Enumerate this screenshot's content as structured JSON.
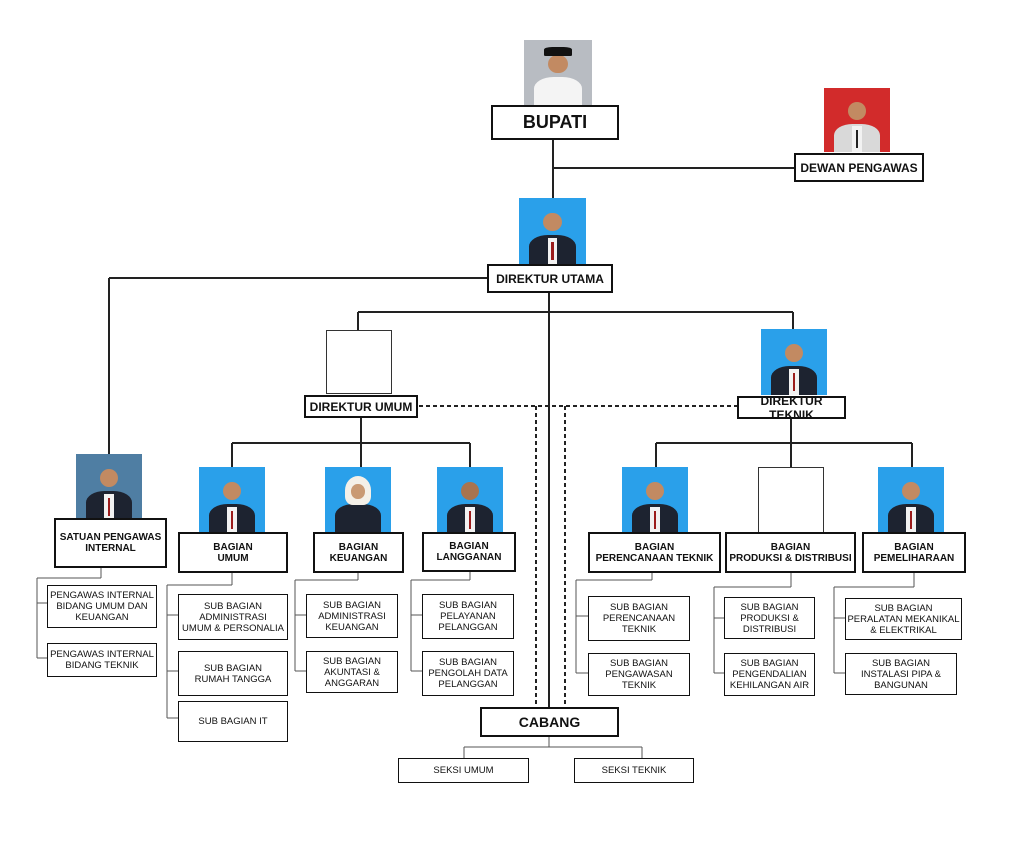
{
  "nodes": {
    "bupati": "BUPATI",
    "dewan_pengawas": "DEWAN PENGAWAS",
    "direktur_utama": "DIREKTUR UTAMA",
    "direktur_umum": "DIREKTUR UMUM",
    "direktur_teknik": "DIREKTUR TEKNIK",
    "satuan_pengawas_internal": "SATUAN PENGAWAS\nINTERNAL",
    "bagian_umum": "BAGIAN\nUMUM",
    "bagian_keuangan": "BAGIAN\nKEUANGAN",
    "bagian_langganan": "BAGIAN\nLANGGANAN",
    "bagian_perencanaan_teknik": "BAGIAN\nPERENCANAAN TEKNIK",
    "bagian_produksi_distribusi": "BAGIAN\nPRODUKSI & DISTRIBUSI",
    "bagian_pemeliharaan": "BAGIAN\nPEMELIHARAAN",
    "cabang": "CABANG"
  },
  "sub_units": {
    "spi_umum_keuangan": "PENGAWAS INTERNAL\nBIDANG UMUM DAN\nKEUANGAN",
    "spi_teknik": "PENGAWAS INTERNAL\nBIDANG TEKNIK",
    "sub_admin_umum": "SUB BAGIAN\nADMINISTRASI\nUMUM & PERSONALIA",
    "sub_rumah_tangga": "SUB BAGIAN\nRUMAH TANGGA",
    "sub_it": "SUB BAGIAN IT",
    "sub_admin_keuangan": "SUB BAGIAN\nADMINISTRASI\nKEUANGAN",
    "sub_akuntasi": "SUB BAGIAN\nAKUNTASI &\nANGGARAN",
    "sub_pelayanan": "SUB BAGIAN\nPELAYANAN\nPELANGGAN",
    "sub_pengolah_data": "SUB BAGIAN\nPENGOLAH DATA\nPELANGGAN",
    "sub_perencanaan": "SUB BAGIAN\nPERENCANAAN\nTEKNIK",
    "sub_pengawasan": "SUB BAGIAN\nPENGAWASAN\nTEKNIK",
    "sub_produksi": "SUB BAGIAN\nPRODUKSI &\nDISTRIBUSI",
    "sub_pengendalian": "SUB BAGIAN\nPENGENDALIAN\nKEHILANGAN AIR",
    "sub_peralatan": "SUB BAGIAN\nPERALATAN MEKANIKAL\n& ELEKTRIKAL",
    "sub_instalasi": "SUB BAGIAN\nINSTALASI PIPA &\nBANGUNAN",
    "seksi_umum": "SEKSI UMUM",
    "seksi_teknik": "SEKSI TEKNIK"
  },
  "photo_colors": {
    "blue": "#2aa0ea",
    "red": "#d22b2b",
    "grey": "#b8bcc2",
    "slate": "#4f7ea3"
  }
}
